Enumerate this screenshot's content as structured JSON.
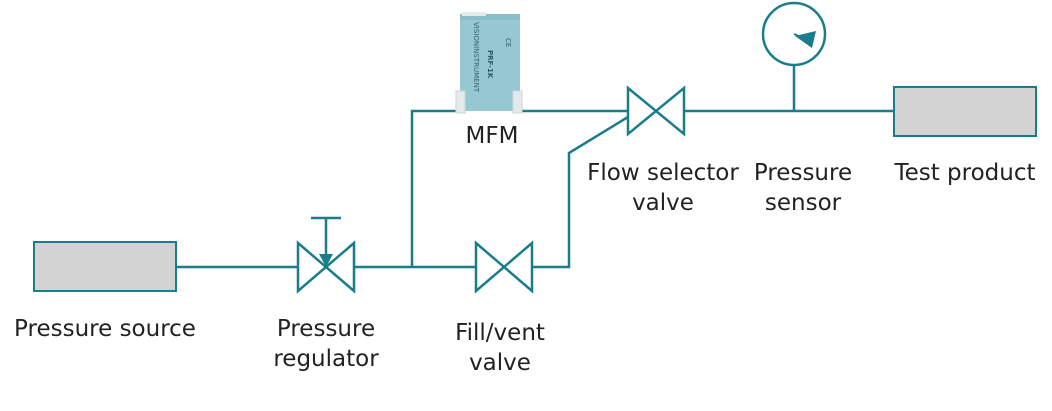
{
  "colors": {
    "pipe": "#1a7d8c",
    "box_fill": "#d3d3d3",
    "mfm_body": "#97c8d2",
    "mfm_cap": "#e4e9ea"
  },
  "components": {
    "pressure_source": {
      "label": "Pressure source"
    },
    "pressure_regulator": {
      "line1": "Pressure",
      "line2": "regulator"
    },
    "fill_vent_valve": {
      "line1": "Fill/vent",
      "line2": "valve"
    },
    "mfm": {
      "label": "MFM",
      "device_text": {
        "brand": "VISIONINSTRUMENT",
        "model": "PRF-1K",
        "mark": "CE"
      }
    },
    "flow_selector_valve": {
      "line1": "Flow selector",
      "line2": "valve"
    },
    "pressure_sensor": {
      "line1": "Pressure",
      "line2": "sensor"
    },
    "test_product": {
      "label": "Test product"
    }
  }
}
